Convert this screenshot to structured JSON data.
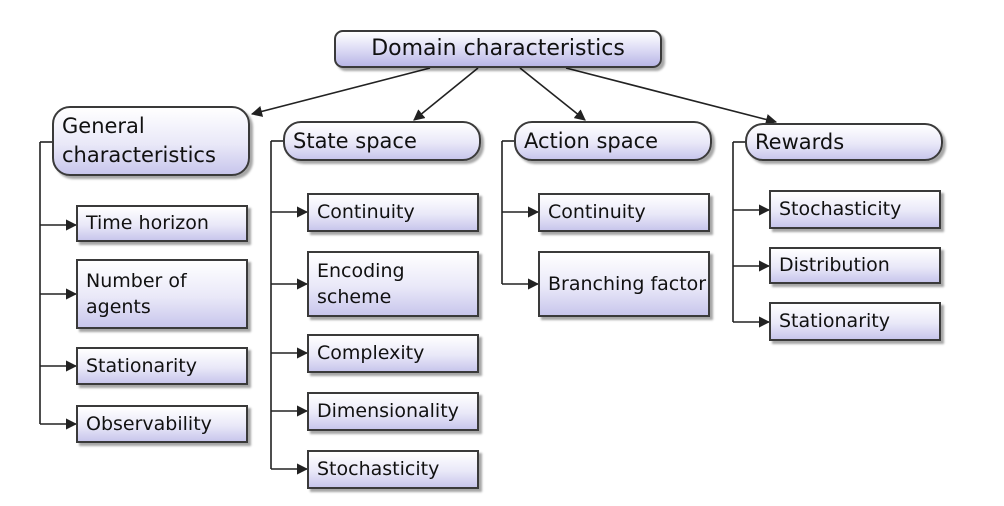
{
  "root": "Domain characteristics",
  "categories": [
    {
      "label": "General characteristics",
      "items": [
        "Time horizon",
        "Number of agents",
        "Stationarity",
        "Observability"
      ]
    },
    {
      "label": "State space",
      "items": [
        "Continuity",
        "Encoding scheme",
        "Complexity",
        "Dimensionality",
        "Stochasticity"
      ]
    },
    {
      "label": "Action space",
      "items": [
        "Continuity",
        "Branching factor"
      ]
    },
    {
      "label": "Rewards",
      "items": [
        "Stochasticity",
        "Distribution",
        "Stationarity"
      ]
    }
  ]
}
